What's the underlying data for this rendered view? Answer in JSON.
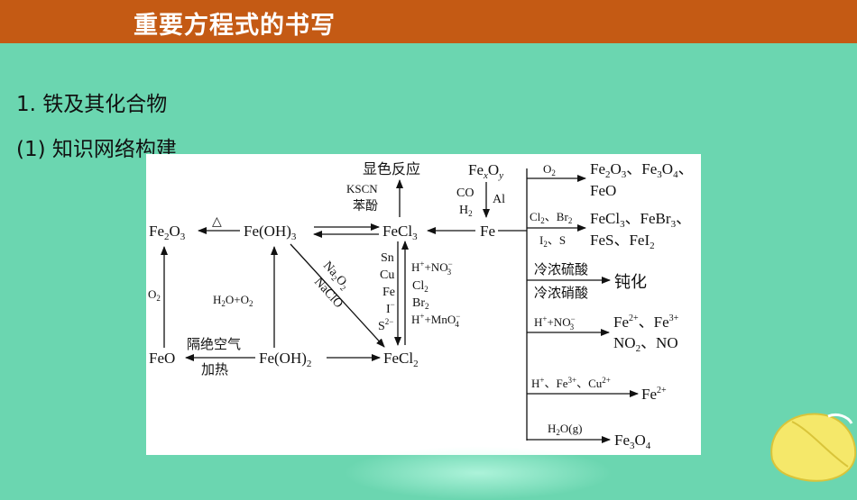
{
  "header": {
    "title": "重要方程式的书写"
  },
  "headings": {
    "h1": "1. 铁及其化合物",
    "h2": "(1) 知识网络构建"
  },
  "colors": {
    "header_bg": "#c45a14",
    "page_bg": "#6bd6b0",
    "leaf": "#f5e86a"
  },
  "diagram": {
    "nodes": {
      "fe2o3": "Fe2O3",
      "feoh3": "Fe(OH)3",
      "fecl3": "FeCl3",
      "fe": "Fe",
      "feo": "FeO",
      "feoh2": "Fe(OH)2",
      "fecl2": "FeCl2",
      "fexoy": "FexOy",
      "xianse": "显色反应"
    },
    "labels": {
      "triangle": "△",
      "o2_left": "O2",
      "h2o_o2": "H2O+O2",
      "geju": "隔绝空气",
      "jiare": "加热",
      "na2o2": "Na2O2",
      "naclo": "NaClO",
      "kscn": "KSCN",
      "benfen": "苯酚",
      "co": "CO",
      "h2": "H2",
      "al": "Al",
      "sn": "Sn",
      "cu": "Cu",
      "fe_r": "Fe",
      "i_minus": "I−",
      "s2minus": "S2−",
      "h_no3": "H++NO3−",
      "cl2": "Cl2",
      "br2": "Br2",
      "h_mno4": "H++MnO4−"
    },
    "branches": [
      {
        "reagent": "O2",
        "product": "Fe2O3、Fe3O4、",
        "product2": "FeO"
      },
      {
        "reagent": "Cl2、Br2",
        "reagent2": "I2、S",
        "product": "FeCl3、FeBr3、",
        "product2": "FeS、FeI2"
      },
      {
        "reagent": "冷浓硫酸",
        "reagent2": "冷浓硝酸",
        "product": "钝化"
      },
      {
        "reagent": "H++NO3−",
        "product": "Fe2+、Fe3+",
        "product2": "NO2、NO"
      },
      {
        "reagent": "H+、Fe3+、Cu2+",
        "product": "Fe2+"
      },
      {
        "reagent": "H2O(g)",
        "product": "Fe3O4"
      }
    ]
  }
}
